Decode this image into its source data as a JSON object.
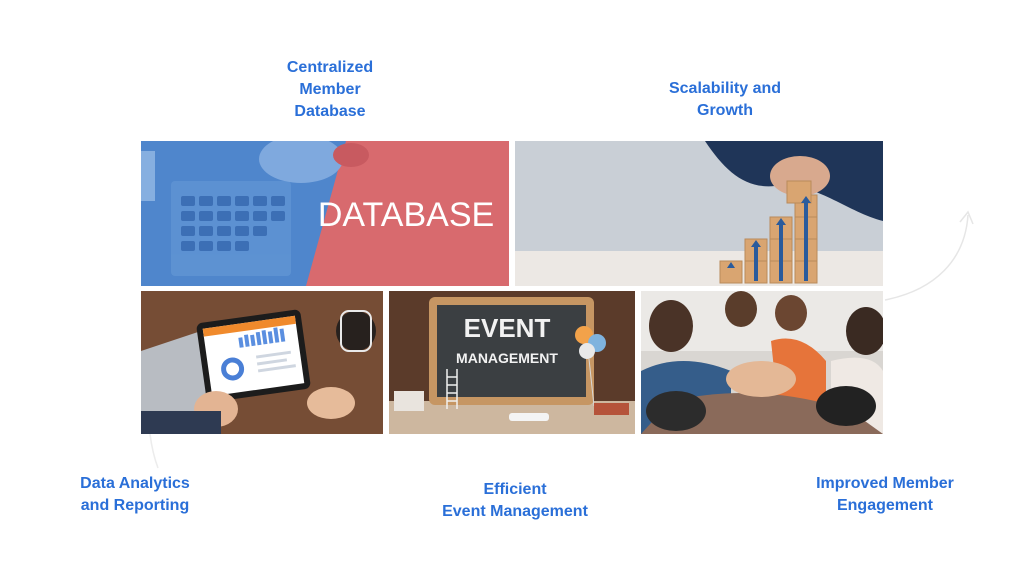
{
  "colors": {
    "accent": "#2a6fd8"
  },
  "labels": {
    "database": "Centralized\nMember\nDatabase",
    "scalability": "Scalability and\nGrowth",
    "analytics": "Data Analytics\nand Reporting",
    "event": "Efficient\nEvent Management",
    "engagement": "Improved Member\nEngagement"
  },
  "images": {
    "database_sign": "DATABASE",
    "event_board_line1": "EVENT",
    "event_board_line2": "MANAGEMENT"
  }
}
